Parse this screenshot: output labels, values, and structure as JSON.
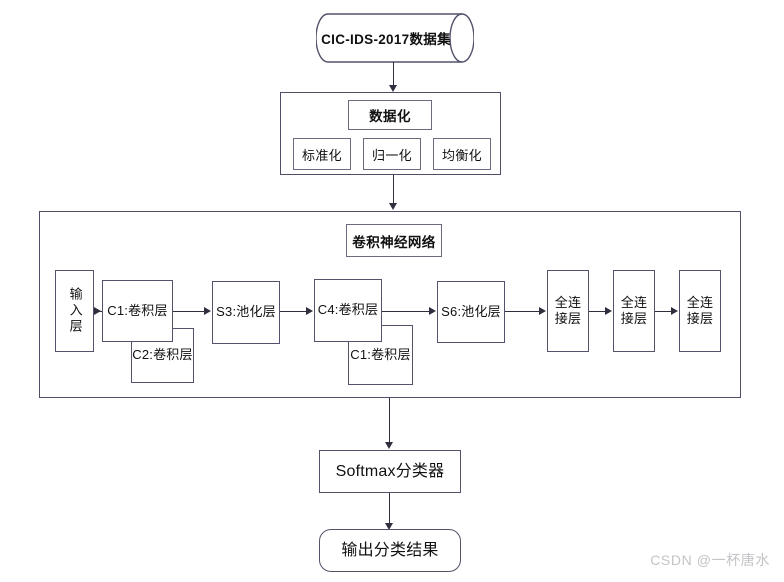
{
  "diagram": {
    "title_hidden": "",
    "dataset": {
      "label": "CIC-IDS-2017数据集",
      "shape": "cylinder"
    },
    "preprocess": {
      "title": "数据化",
      "steps": [
        {
          "label": "标准化"
        },
        {
          "label": "归一化"
        },
        {
          "label": "均衡化"
        }
      ]
    },
    "cnn": {
      "title": "卷积神经网络",
      "input_layer": {
        "label": "输入层"
      },
      "layers": [
        {
          "label": "C1:卷积层",
          "kind": "conv"
        },
        {
          "label": "C2:卷积层",
          "kind": "conv-stacked"
        },
        {
          "label": "S3:池化层",
          "kind": "pool"
        },
        {
          "label": "C4:卷积层",
          "kind": "conv"
        },
        {
          "label": "C1:卷积层",
          "kind": "conv-stacked"
        },
        {
          "label": "S6:池化层",
          "kind": "pool"
        }
      ],
      "fc_layers": [
        {
          "label": "全连\n接层"
        },
        {
          "label": "全连\n接层"
        },
        {
          "label": "全连\n接层"
        }
      ]
    },
    "classifier": {
      "label": "Softmax分类器"
    },
    "output": {
      "label": "输出分类结果"
    },
    "watermark": "CSDN @一杯唐水"
  },
  "colors": {
    "stroke": "#52526b",
    "arrow": "#2f2f3d",
    "background": "#ffffff",
    "watermark": "#c4c4c8"
  }
}
